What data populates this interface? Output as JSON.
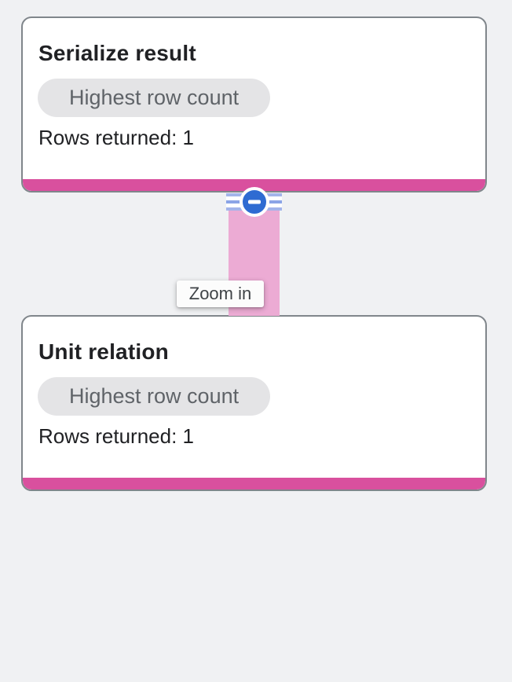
{
  "colors": {
    "page_bg": "#f0f1f3",
    "card_bg": "#ffffff",
    "card_border": "#80868b",
    "accent_pink": "#d9509e",
    "edge_pink": "#ecabd4",
    "edge_stripe": "#a3b4ea",
    "edge_stripe_mid": "#8ba4e6",
    "collapse_blue": "#2e6bd2",
    "badge_bg": "#e4e4e6",
    "badge_text": "#5f6368",
    "title_text": "#202124",
    "body_text": "#202124",
    "tooltip_bg": "#fcfcfc",
    "tooltip_text": "#3f4347"
  },
  "graph": {
    "nodes": [
      {
        "title": "Serialize result",
        "badge": "Highest row count",
        "rows": "Rows returned: 1"
      },
      {
        "title": "Unit relation",
        "badge": "Highest row count",
        "rows": "Rows returned: 1"
      }
    ],
    "edge": {
      "tooltip": "Zoom in",
      "icon": "minus-circle-icon"
    }
  }
}
